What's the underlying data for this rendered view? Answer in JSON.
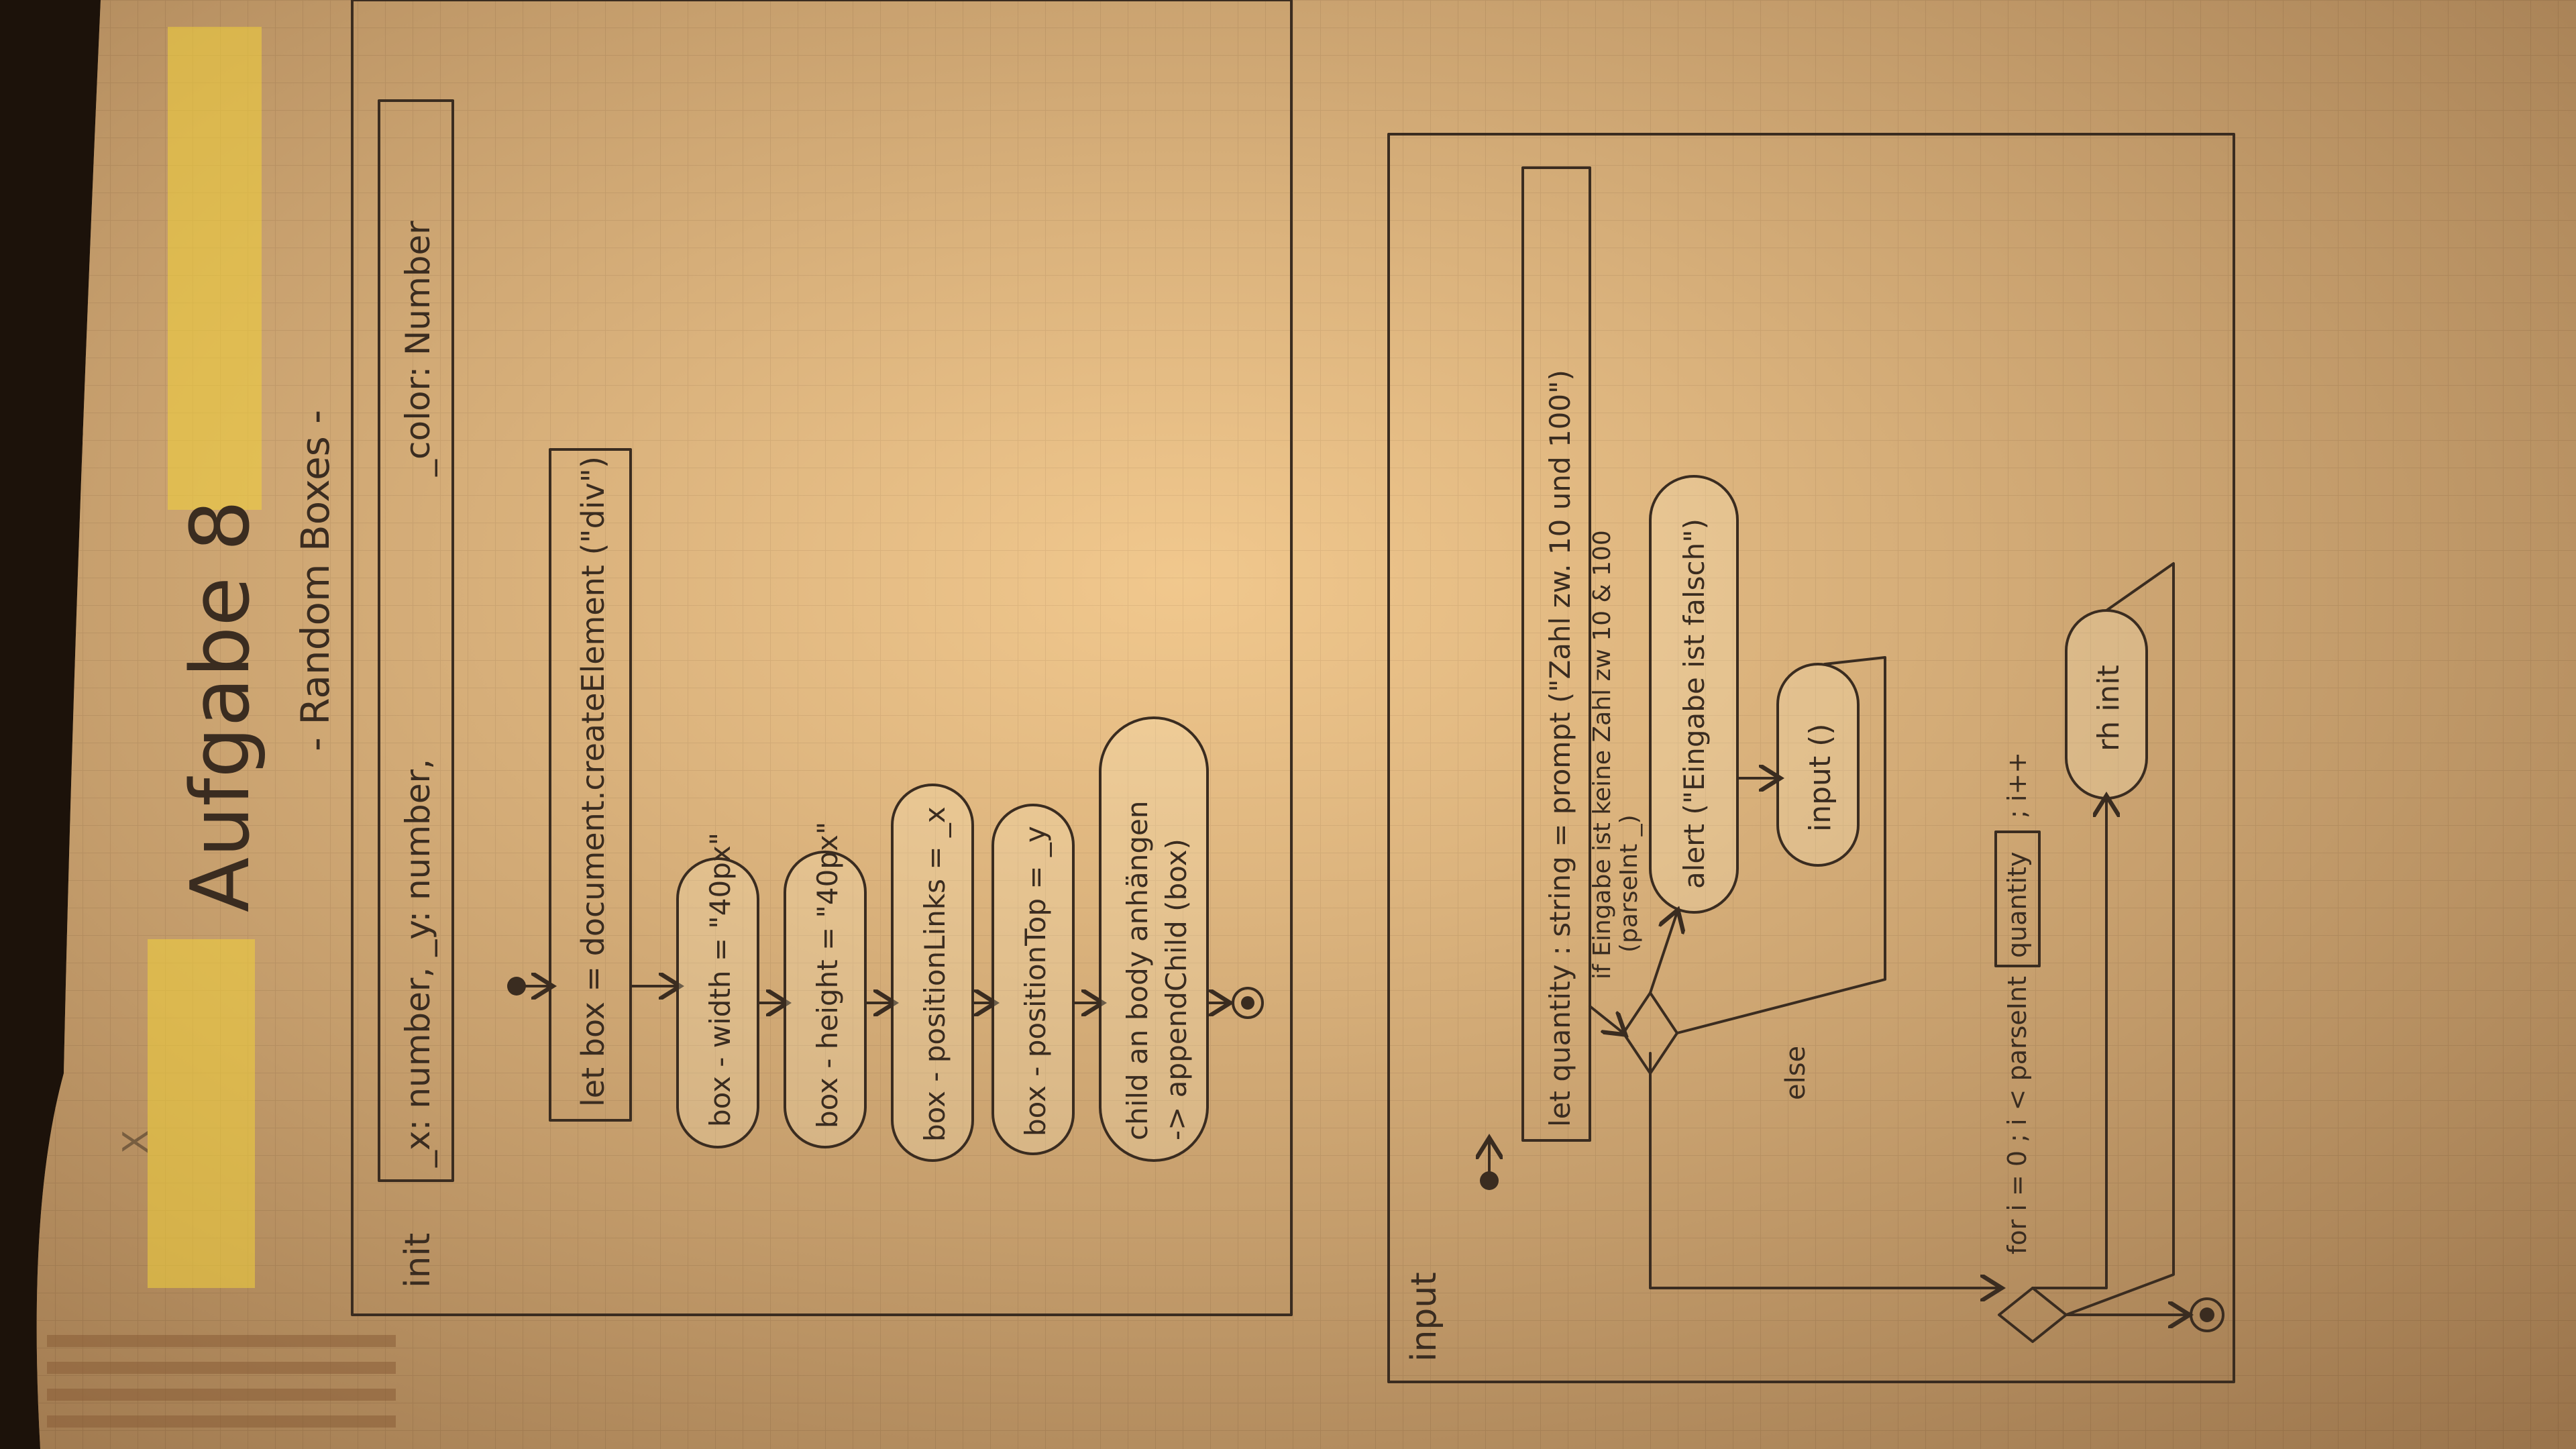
{
  "page": {
    "title": "Aufgabe 8",
    "subtitle": "- Random Boxes -",
    "margin_mark": "X"
  },
  "colors": {
    "paper": "#e9b97c",
    "grid": "#c89a66",
    "ink": "#3a2c20",
    "highlighter": "#f2d23a",
    "desk": "#1c120a"
  },
  "init_diagram": {
    "frame_label": "init",
    "params": "_x: number, _y: number,",
    "color_param": "_color: Number",
    "create_box": "let box = document.createElement (\"div\")",
    "steps": [
      "box - width = \"40px\"",
      "box - height = \"40px\"",
      "box - positionLinks = _x",
      "box - positionTop = _y",
      "child an body anhängen\n-> appendChild (box)"
    ]
  },
  "input_diagram": {
    "frame_label": "input",
    "prompt_action": "let quantity : string = prompt (\"Zahl zw. 10 und 100\")",
    "if_guard": "if Eingabe ist keine Zahl zw 10 & 100\n(parseInt _)",
    "else_guard": "else",
    "alert_action": "alert (\"Eingabe ist falsch\")",
    "retry_action": "input ()",
    "loop_guard_start": "for i = 0 ; i < parseInt",
    "loop_guard_var": "quantity",
    "loop_guard_end": "; i++",
    "loop_action": "rh init"
  }
}
